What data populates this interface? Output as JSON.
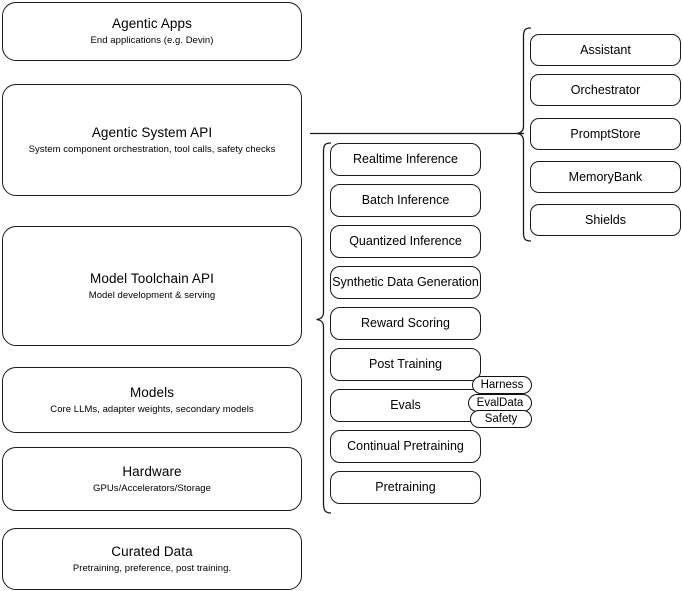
{
  "diagram": {
    "title": "Agentic stack layered architecture",
    "stroke_color": "#1a1a1a",
    "background_color": "#ffffff"
  },
  "layers": [
    {
      "name": "agentic-apps",
      "title": "Agentic Apps",
      "subtitle": "End applications (e.g. Devin)"
    },
    {
      "name": "agentic-system-api",
      "title": "Agentic System API",
      "subtitle": "System component orchestration, tool calls, safety checks"
    },
    {
      "name": "model-toolchain-api",
      "title": "Model Toolchain API",
      "subtitle": "Model development & serving"
    },
    {
      "name": "models",
      "title": "Models",
      "subtitle": "Core LLMs, adapter weights, secondary models"
    },
    {
      "name": "hardware",
      "title": "Hardware",
      "subtitle": "GPUs/Accelerators/Storage"
    },
    {
      "name": "curated-data",
      "title": "Curated Data",
      "subtitle": "Pretraining, preference, post training."
    }
  ],
  "toolchain_items": [
    {
      "name": "realtime-inference",
      "label": "Realtime Inference"
    },
    {
      "name": "batch-inference",
      "label": "Batch Inference"
    },
    {
      "name": "quantized-inference",
      "label": "Quantized Inference"
    },
    {
      "name": "synthetic-data-generation",
      "label": "Synthetic Data Generation"
    },
    {
      "name": "reward-scoring",
      "label": "Reward Scoring"
    },
    {
      "name": "post-training",
      "label": "Post Training"
    },
    {
      "name": "evals",
      "label": "Evals"
    },
    {
      "name": "continual-pretraining",
      "label": "Continual Pretraining"
    },
    {
      "name": "pretraining",
      "label": "Pretraining"
    }
  ],
  "evals_badges": [
    {
      "name": "harness",
      "label": "Harness"
    },
    {
      "name": "evaldata",
      "label": "EvalData"
    },
    {
      "name": "safety",
      "label": "Safety"
    }
  ],
  "system_components": [
    {
      "name": "assistant",
      "label": "Assistant"
    },
    {
      "name": "orchestrator",
      "label": "Orchestrator"
    },
    {
      "name": "promptstore",
      "label": "PromptStore"
    },
    {
      "name": "memorybank",
      "label": "MemoryBank"
    },
    {
      "name": "shields",
      "label": "Shields"
    }
  ]
}
